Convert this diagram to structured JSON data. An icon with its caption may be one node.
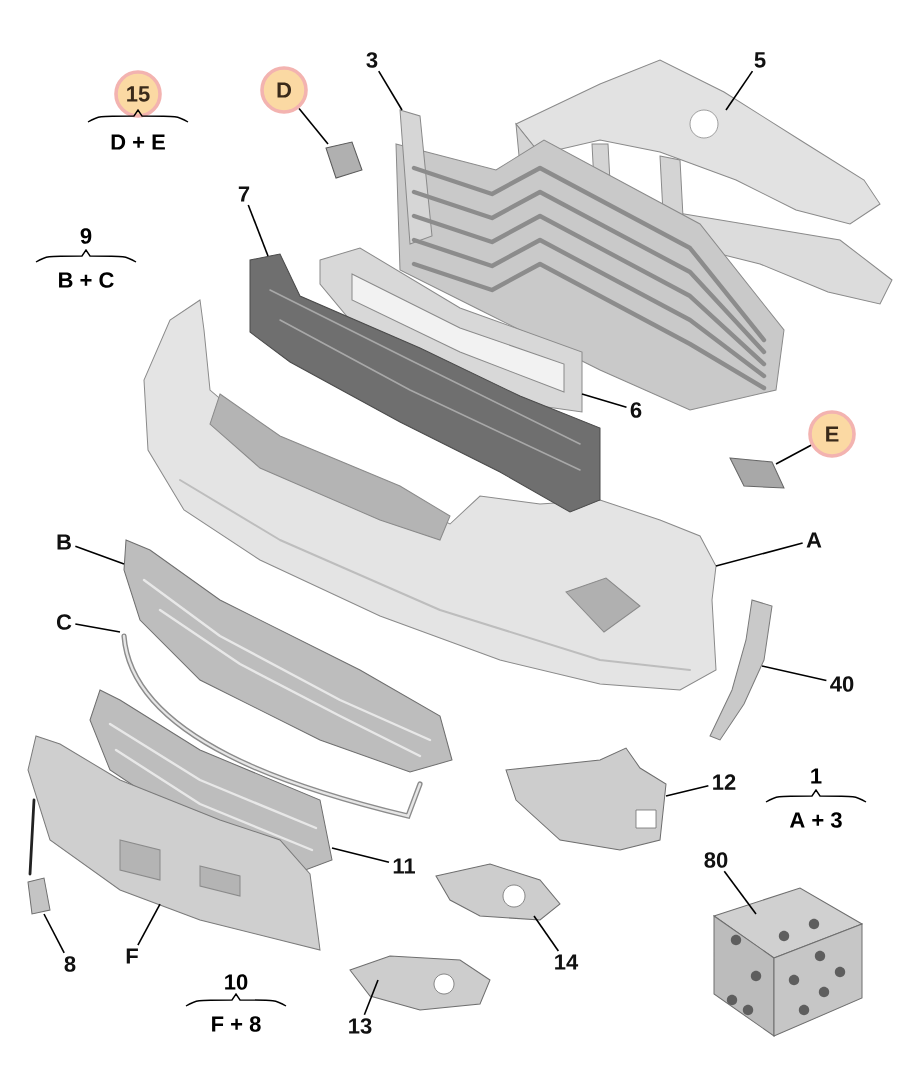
{
  "diagram": {
    "nodes": [
      {
        "text": [
          "15"
        ],
        "beside": [
          "D + E"
        ]
      },
      {
        "text": [
          "D"
        ]
      },
      {
        "text": [],
        "shape": "picture"
      },
      {
        "text": [
          "3"
        ]
      },
      {
        "text": [],
        "shape": "picture"
      },
      {
        "text": [
          "5"
        ]
      },
      {
        "text": [],
        "shape": "picture"
      },
      {
        "text": [
          "7"
        ]
      },
      {
        "text": [],
        "shape": "picture"
      },
      {
        "text": [
          "6"
        ]
      },
      {
        "text": [],
        "shape": "picture"
      },
      {
        "text": [
          "E"
        ]
      },
      {
        "text": [],
        "shape": "picture"
      },
      {
        "text": [
          "A"
        ]
      },
      {
        "text": [],
        "shape": "picture"
      },
      {
        "text": [
          "B"
        ]
      },
      {
        "text": [],
        "shape": "picture"
      },
      {
        "text": [
          "C"
        ]
      },
      {
        "text": [],
        "shape": "picture"
      },
      {
        "text": [
          "40"
        ]
      },
      {
        "text": [],
        "shape": "picture"
      },
      {
        "text": [
          "12"
        ]
      },
      {
        "text": [],
        "shape": "picture"
      },
      {
        "text": [
          "11"
        ]
      },
      {
        "text": [],
        "shape": "picture"
      },
      {
        "text": [
          "80"
        ]
      },
      {
        "text": [],
        "shape": "picture"
      },
      {
        "text": [
          "14"
        ]
      },
      {
        "text": [],
        "shape": "picture"
      },
      {
        "text": [
          "8"
        ]
      },
      {
        "text": [],
        "shape": "picture"
      },
      {
        "text": [
          "F"
        ]
      },
      {
        "text": [],
        "shape": "picture"
      },
      {
        "text": [
          "13"
        ]
      },
      {
        "text": [],
        "shape": "picture"
      }
    ],
    "edges": [
      {
        "from": 1,
        "to": 2,
        "arrow": "none"
      },
      {
        "from": 3,
        "to": 4,
        "arrow": "none"
      },
      {
        "from": 5,
        "to": 6,
        "arrow": "none"
      },
      {
        "from": 7,
        "to": 8,
        "arrow": "none"
      },
      {
        "from": 9,
        "to": 10,
        "arrow": "none"
      },
      {
        "from": 11,
        "to": 12,
        "arrow": "none"
      },
      {
        "from": 13,
        "to": 14,
        "arrow": "none"
      },
      {
        "from": 15,
        "to": 16,
        "arrow": "none"
      },
      {
        "from": 17,
        "to": 18,
        "arrow": "none"
      },
      {
        "from": 19,
        "to": 20,
        "arrow": "none"
      },
      {
        "from": 21,
        "to": 22,
        "arrow": "none"
      },
      {
        "from": 23,
        "to": 24,
        "arrow": "none"
      },
      {
        "from": 25,
        "to": 26,
        "arrow": "none"
      },
      {
        "from": 27,
        "to": 28,
        "arrow": "none"
      },
      {
        "from": 29,
        "to": 30,
        "arrow": "none"
      },
      {
        "from": 31,
        "to": 32,
        "arrow": "none"
      },
      {
        "from": 33,
        "to": 34,
        "arrow": "none"
      }
    ],
    "labels": [
      "9",
      "B + C",
      "1",
      "A + 3",
      "10",
      "F + 8"
    ]
  }
}
